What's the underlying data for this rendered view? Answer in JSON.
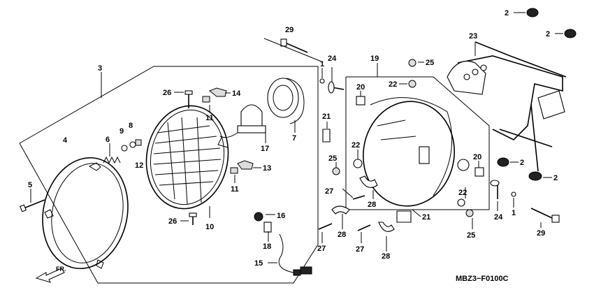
{
  "diagram": {
    "code": "MBZ3−F0100C",
    "direction": "FR.",
    "callouts": {
      "c3": "3",
      "c4": "4",
      "c5": "5",
      "c6": "6",
      "c8": "8",
      "c9": "9",
      "c10": "10",
      "c11a": "11",
      "c11b": "11",
      "c12": "12",
      "c13": "13",
      "c14": "14",
      "c15": "15",
      "c16": "16",
      "c17": "17",
      "c18": "18",
      "c26a": "26",
      "c26b": "26",
      "c7": "7",
      "c29a": "29",
      "c24a": "24",
      "c1a": "1",
      "c21a": "21",
      "c25a": "25",
      "c22a": "22",
      "c27a": "27",
      "c28a": "28",
      "c27b": "27",
      "c28b": "28",
      "c27c": "27",
      "c28c": "28",
      "c19": "19",
      "c20a": "20",
      "c22b": "22",
      "c25b": "25",
      "c20b": "20",
      "c21b": "21",
      "c22c": "22",
      "c25c": "25",
      "c24b": "24",
      "c1b": "1",
      "c29b": "29",
      "c2a": "2",
      "c2b": "2",
      "c2c": "2",
      "c2d": "2",
      "c23": "23"
    }
  }
}
